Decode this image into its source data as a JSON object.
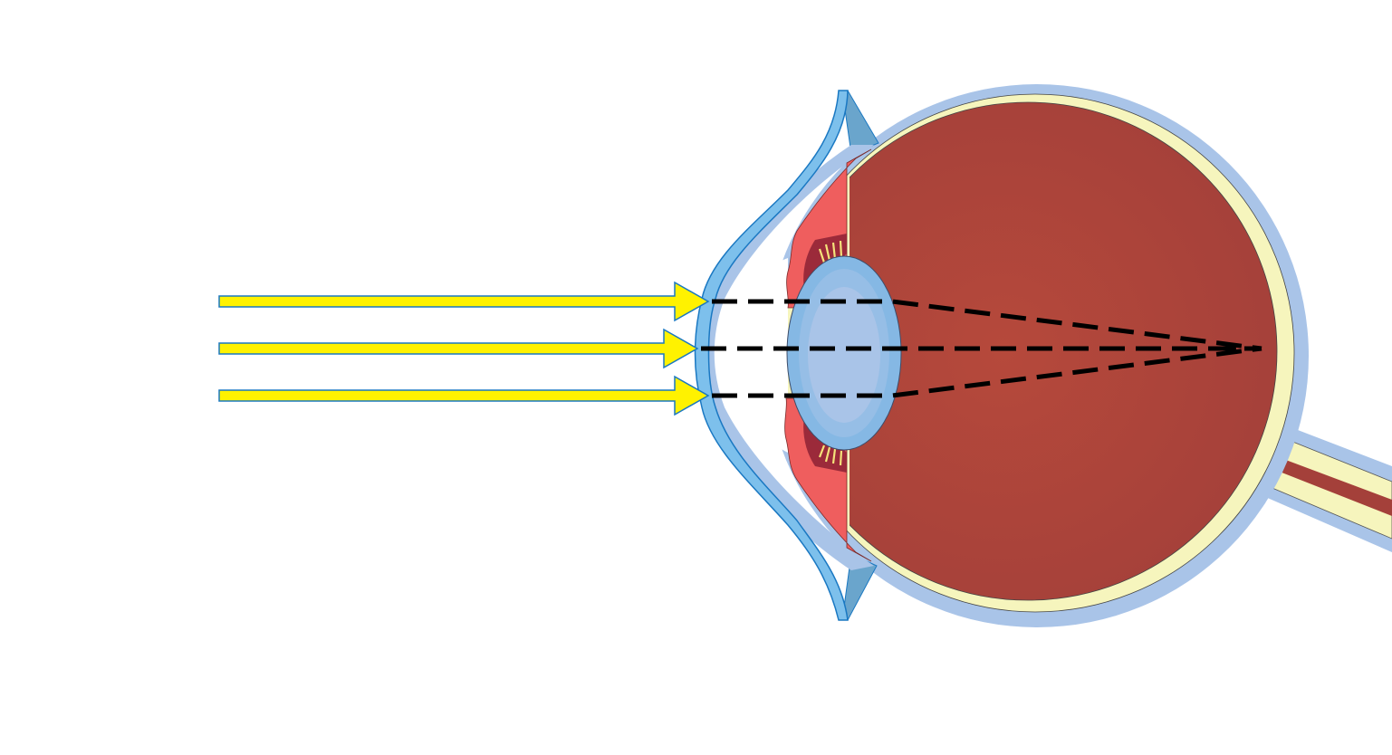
{
  "diagram": {
    "subject": "eye-light-focusing",
    "colors": {
      "sclera": "#a9c4e8",
      "retina_layer": "#f6f5bd",
      "vitreous": "#b0473a",
      "cornea": "#7dc0ec",
      "cornea_stroke": "#1a78c2",
      "eyelid": "#6aa5cc",
      "iris": "#ef5e5e",
      "iris_dark": "#9b2a3a",
      "lens": "#a9c4e8",
      "lens_rim": "#85b8e4",
      "light_ray": "#fff200",
      "ray_path": "#000000"
    },
    "light_rays": 3,
    "focus": "retina"
  }
}
